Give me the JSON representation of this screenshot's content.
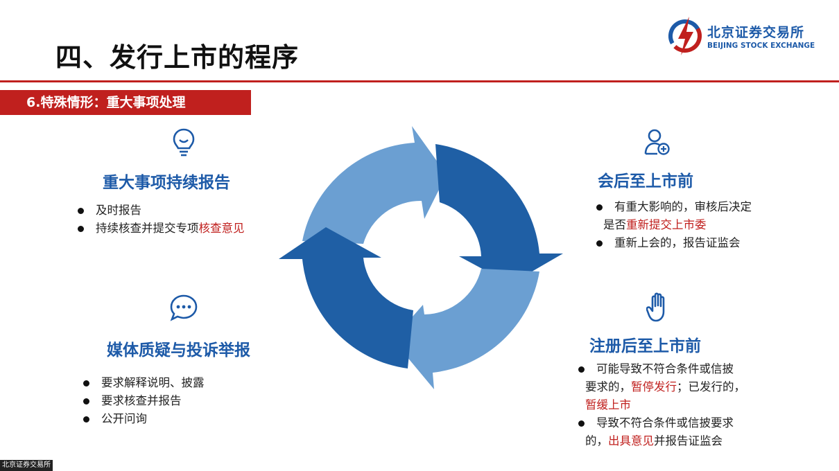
{
  "page": {
    "title": "四、发行上市的程序",
    "section": "6.特殊情形：重大事项处理"
  },
  "logo": {
    "name_cn": "北京证券交易所",
    "name_en": "BEIJING STOCK EXCHANGE"
  },
  "colors": {
    "accent_red": "#c0201e",
    "brand_blue": "#1d5aa8",
    "cycle_dark": "#1f5fa5",
    "cycle_light": "#6b9fd2"
  },
  "blocks": {
    "top_left": {
      "icon": "lightbulb-icon",
      "heading": "重大事项持续报告",
      "items": [
        {
          "text": "及时报告"
        },
        {
          "text": "持续核查并提交专项",
          "hl": "核查意见",
          "tail": ""
        }
      ]
    },
    "bottom_left": {
      "icon": "chat-bubble-icon",
      "heading": "媒体质疑与投诉举报",
      "items": [
        {
          "text": "要求解释说明、披露"
        },
        {
          "text": "要求核查并报告"
        },
        {
          "text": "公开问询"
        }
      ]
    },
    "top_right": {
      "icon": "user-add-icon",
      "heading": "会后至上市前",
      "items": [
        {
          "line1": "有重大影响的，审核后决定",
          "line2_pre": "是否",
          "line2_hl": "重新提交上市委",
          "line2_post": ""
        },
        {
          "text": "重新上会的，报告证监会"
        }
      ]
    },
    "bottom_right": {
      "icon": "hand-stop-icon",
      "heading": "注册后至上市前",
      "items": [
        {
          "line1": "可能导致不符合条件或信披",
          "line2_pre": "要求的，",
          "line2_hl": "暂停发行",
          "line2_post": "；已发行的，",
          "line3_hl": "暂缓上市"
        },
        {
          "line1": "导致不符合条件或信披要求",
          "line2_pre": "的，",
          "line2_hl": "出具意见",
          "line2_post": "并报告证监会"
        }
      ]
    }
  },
  "footer": {
    "text": "北京证券交易所"
  }
}
